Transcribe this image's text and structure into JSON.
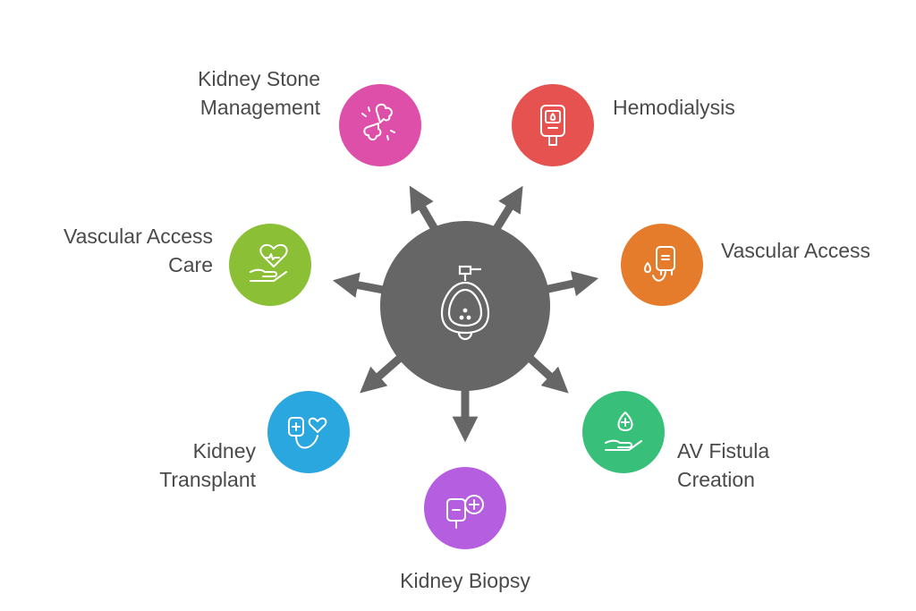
{
  "center": {
    "icon": "urinal-icon",
    "color": "#666666"
  },
  "nodes": [
    {
      "id": "kidney-stone",
      "line1": "Kidney Stone",
      "line2": "Management",
      "icon": "kidney-stones-icon",
      "color": "#dd4fa8"
    },
    {
      "id": "hemodialysis",
      "line1": "Hemodialysis",
      "icon": "dialysis-machine-icon",
      "color": "#e5524f"
    },
    {
      "id": "vascular-access",
      "line1": "Vascular Access",
      "icon": "iv-bag-icon",
      "color": "#e47c2c"
    },
    {
      "id": "av-fistula",
      "line1": "AV Fistula",
      "line2": "Creation",
      "icon": "hand-drop-icon",
      "color": "#38c07a"
    },
    {
      "id": "kidney-biopsy",
      "line1": "Kidney Biopsy",
      "icon": "biopsy-bag-icon",
      "color": "#b55ee0"
    },
    {
      "id": "kidney-transplant",
      "line1": "Kidney",
      "line2": "Transplant",
      "icon": "iv-heart-icon",
      "color": "#2aa7de"
    },
    {
      "id": "vascular-access-care",
      "line1": "Vascular Access",
      "line2": "Care",
      "icon": "hand-heart-icon",
      "color": "#8abf36"
    }
  ]
}
